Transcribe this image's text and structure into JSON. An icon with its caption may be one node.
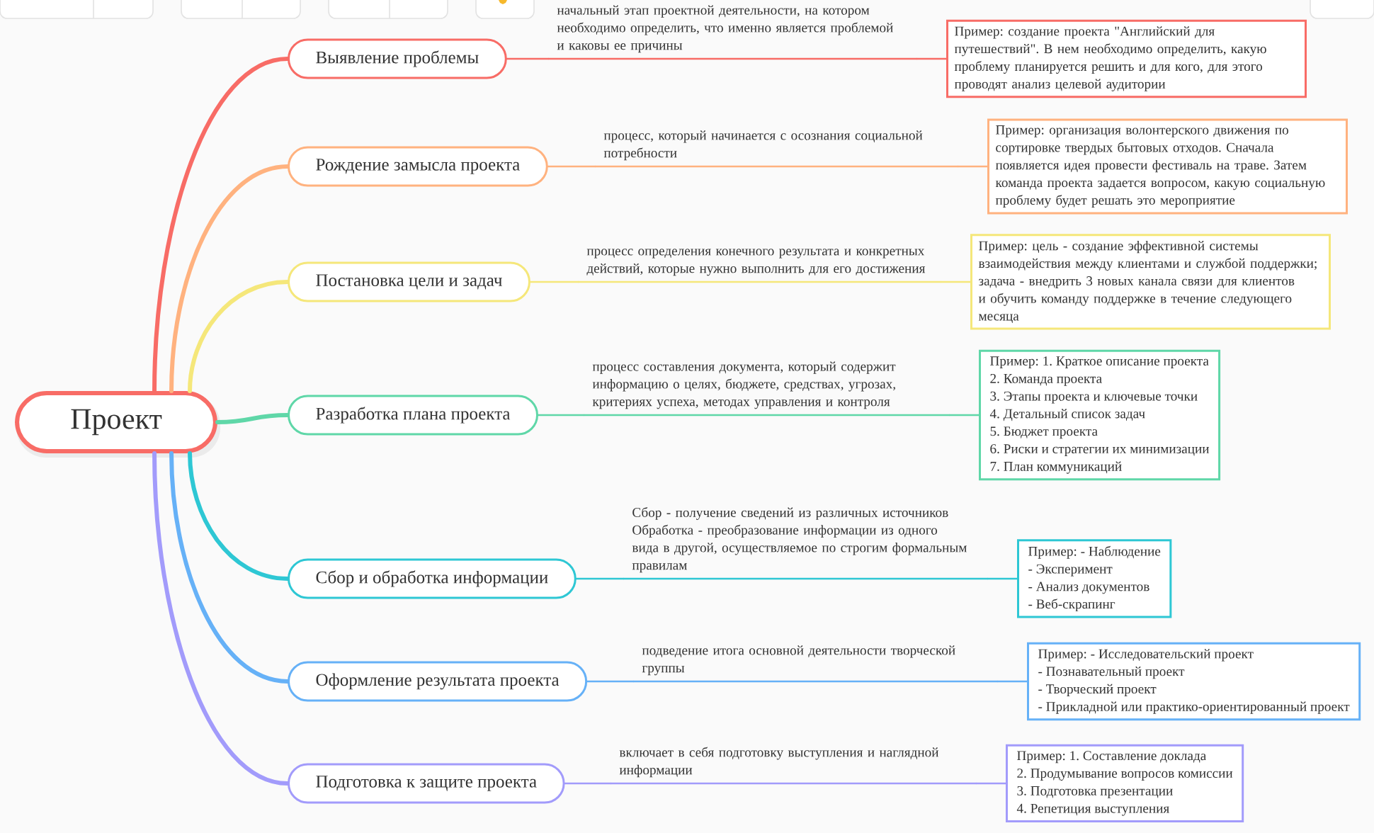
{
  "diagram": {
    "nodes": [
      {
        "text": [
          "Проект"
        ]
      },
      {
        "text": [
          "Выявление проблемы"
        ]
      },
      {
        "text": [
          "начальный этап проектной деятельности, на котором необходимо определить, что именно является проблемой и каковы ее причины"
        ]
      },
      {
        "text": [
          "Пример: создание проекта \"Английский для путешествий\". В нем необходимо определить, какую проблему планируется решить и для кого, для этого проводят анализ целевой аудитории"
        ]
      },
      {
        "text": [
          "Рождение замысла проекта"
        ]
      },
      {
        "text": [
          "процесс, который начинается с осознания социальной потребности"
        ]
      },
      {
        "text": [
          "Пример: организация волонтерского движения по сортировке твердых бытовых отходов. Сначала появляется идея провести фестиваль на траве. Затем команда проекта задается вопросом, какую социальную проблему будет решать это мероприятие"
        ]
      },
      {
        "text": [
          "Постановка цели и задач"
        ]
      },
      {
        "text": [
          "процесс определения конечного результата и конкретных действий, которые нужно выполнить для его достижения"
        ]
      },
      {
        "text": [
          "Пример: цель - создание эффективной системы взаимодействия между клиентами и службой поддержки; задача - внедрить 3 новых канала связи для клиентов и обучить команду поддержке в течение следующего месяца"
        ]
      },
      {
        "text": [
          "Разработка плана проекта"
        ]
      },
      {
        "text": [
          "процесс составления документа, который содержит информацию о целях, бюджете, средствах, угрозах, критериях успеха, методах управления и контроля"
        ]
      },
      {
        "text": [
          "Пример: 1. Краткое описание проекта",
          "2. Команда проекта",
          "3. Этапы проекта и ключевые точки",
          "4. Детальный список задач",
          "5. Бюджет проекта",
          "6. Риски и стратегии их минимизации",
          "7. План коммуникаций"
        ]
      },
      {
        "text": [
          "Сбор и обработка информации"
        ]
      },
      {
        "text": [
          "Сбор - получение сведений из различных источников",
          "Обработка - преобразование информации из одного вида в другой, осуществляемое по строгим формальным правилам"
        ]
      },
      {
        "text": [
          "Пример: - Наблюдение",
          "- Эксперимент",
          "- Анализ документов",
          "- Веб-скрапинг"
        ]
      },
      {
        "text": [
          "Оформление результата проекта"
        ]
      },
      {
        "text": [
          "подведение итога основной деятельности творческой группы"
        ]
      },
      {
        "text": [
          "Пример: - Исследовательский проект",
          "- Познавательный проект",
          "- Творческий проект",
          "- Прикладной или практико-ориентированный проект"
        ]
      },
      {
        "text": [
          "Подготовка к защите проекта"
        ]
      },
      {
        "text": [
          "включает в себя подготовку выступления и наглядной информации"
        ]
      },
      {
        "text": [
          "Пример: 1. Составление доклада",
          "2. Продумывание вопросов комиссии",
          "3. Подготовка презентации",
          "4. Репетиция выступления"
        ]
      }
    ],
    "edges": [
      {
        "from": 0,
        "to": 1,
        "arrow": "none",
        "style": "thick",
        "color": "#f86c66"
      },
      {
        "from": 0,
        "to": 4,
        "arrow": "none",
        "style": "thick",
        "color": "#ffb27f"
      },
      {
        "from": 0,
        "to": 7,
        "arrow": "none",
        "style": "thick",
        "color": "#f5e77a"
      },
      {
        "from": 0,
        "to": 10,
        "arrow": "none",
        "style": "thick",
        "color": "#5fd7a8"
      },
      {
        "from": 0,
        "to": 13,
        "arrow": "none",
        "style": "thick",
        "color": "#2ec7d4"
      },
      {
        "from": 0,
        "to": 16,
        "arrow": "none",
        "style": "thick",
        "color": "#66b1f7"
      },
      {
        "from": 0,
        "to": 19,
        "arrow": "none",
        "style": "thick",
        "color": "#a29bfb"
      },
      {
        "from": 1,
        "to": 2,
        "arrow": "none",
        "color": "#f86c66"
      },
      {
        "from": 2,
        "to": 3,
        "arrow": "none",
        "color": "#f86c66"
      },
      {
        "from": 4,
        "to": 5,
        "arrow": "none",
        "color": "#ffb27f"
      },
      {
        "from": 5,
        "to": 6,
        "arrow": "none",
        "color": "#ffb27f"
      },
      {
        "from": 7,
        "to": 8,
        "arrow": "none",
        "color": "#f5e77a"
      },
      {
        "from": 8,
        "to": 9,
        "arrow": "none",
        "color": "#f5e77a"
      },
      {
        "from": 10,
        "to": 11,
        "arrow": "none",
        "color": "#5fd7a8"
      },
      {
        "from": 11,
        "to": 12,
        "arrow": "none",
        "color": "#5fd7a8"
      },
      {
        "from": 13,
        "to": 14,
        "arrow": "none",
        "color": "#2ec7d4"
      },
      {
        "from": 14,
        "to": 15,
        "arrow": "none",
        "color": "#2ec7d4"
      },
      {
        "from": 16,
        "to": 17,
        "arrow": "none",
        "color": "#66b1f7"
      },
      {
        "from": 17,
        "to": 18,
        "arrow": "none",
        "color": "#66b1f7"
      },
      {
        "from": 19,
        "to": 20,
        "arrow": "none",
        "color": "#a29bfb"
      },
      {
        "from": 20,
        "to": 21,
        "arrow": "none",
        "color": "#a29bfb"
      }
    ]
  }
}
